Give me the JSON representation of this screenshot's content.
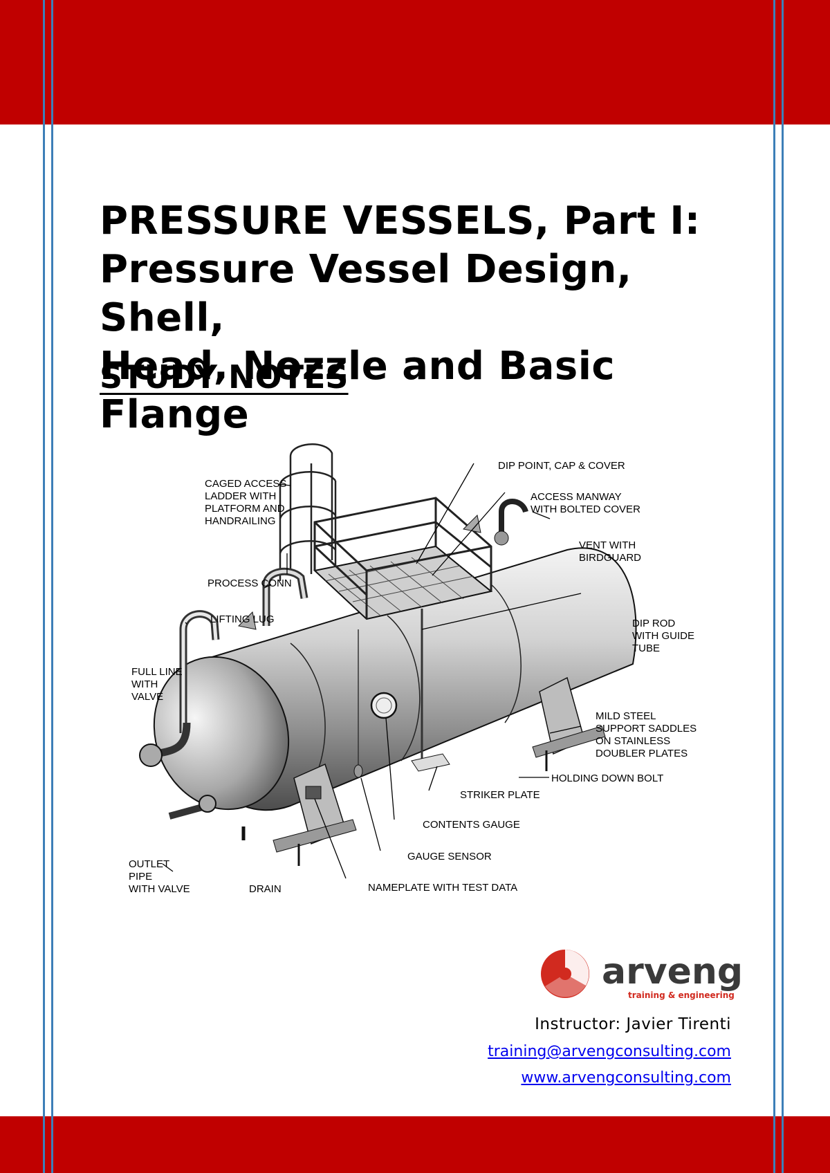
{
  "cover": {
    "title_lines": [
      "PRESSURE VESSELS, Part I:",
      "Pressure Vessel Design, Shell,",
      "Head, Nozzle and Basic Flange"
    ],
    "subtitle": "STUDY NOTES"
  },
  "figure": {
    "labels": {
      "caged_access_ladder": [
        "CAGED ACCESS",
        "LADDER WITH",
        "PLATFORM AND",
        "HANDRAILING"
      ],
      "dip_point": [
        "DIP POINT, CAP & COVER"
      ],
      "access_manway": [
        "ACCESS MANWAY",
        "WITH BOLTED COVER"
      ],
      "vent": [
        "VENT WITH",
        "BIRDGUARD"
      ],
      "process_conn": [
        "PROCESS CONN"
      ],
      "lifting_lug": [
        "LIFTING LUG"
      ],
      "dip_rod": [
        "DIP ROD",
        "WITH GUIDE",
        "TUBE"
      ],
      "full_line": [
        "FULL LINE",
        "WITH",
        "VALVE"
      ],
      "support_saddles": [
        "MILD STEEL",
        "SUPPORT SADDLES",
        "ON STAINLESS",
        "DOUBLER PLATES"
      ],
      "holding_down_bolt": [
        "HOLDING DOWN BOLT"
      ],
      "striker_plate": [
        "STRIKER PLATE"
      ],
      "contents_gauge": [
        "CONTENTS GAUGE"
      ],
      "gauge_sensor": [
        "GAUGE SENSOR"
      ],
      "outlet_pipe": [
        "OUTLET",
        "PIPE",
        "WITH VALVE"
      ],
      "drain": [
        "DRAIN"
      ],
      "nameplate": [
        "NAMEPLATE WITH TEST DATA"
      ]
    }
  },
  "logo": {
    "wordmark": "arveng",
    "tagline": "training & engineering"
  },
  "contact": {
    "instructor": "Instructor: Javier Tirenti",
    "email": "training@arvengconsulting.com",
    "website": "www.arvengconsulting.com"
  },
  "colors": {
    "band": "#c00000",
    "rule": "#3d7fb8",
    "link": "#0000ee",
    "logo_red": "#d12a1f"
  }
}
